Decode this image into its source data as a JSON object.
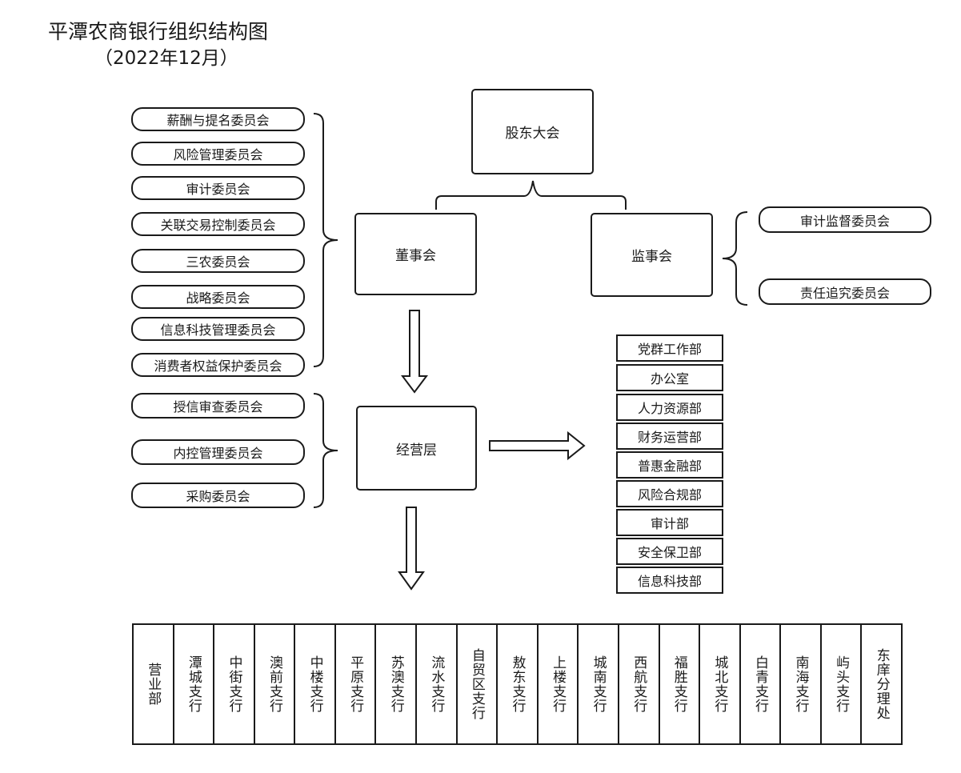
{
  "header": {
    "title": "平潭农商银行组织结构图",
    "subtitle": "（2022年12月）"
  },
  "nodes": {
    "shareholders": "股东大会",
    "board": "董事会",
    "supervisors": "监事会",
    "management": "经营层"
  },
  "board_committees": [
    "薪酬与提名委员会",
    "风险管理委员会",
    "审计委员会",
    "关联交易控制委员会",
    "三农委员会",
    "战略委员会",
    "信息科技管理委员会",
    "消费者权益保护委员会"
  ],
  "management_committees": [
    "授信审查委员会",
    "内控管理委员会",
    "采购委员会"
  ],
  "supervisor_committees": [
    "审计监督委员会",
    "责任追究委员会"
  ],
  "departments": [
    "党群工作部",
    "办公室",
    "人力资源部",
    "财务运营部",
    "普惠金融部",
    "风险合规部",
    "审计部",
    "安全保卫部",
    "信息科技部"
  ],
  "branches": [
    "营业部",
    "潭城支行",
    "中街支行",
    "澳前支行",
    "中楼支行",
    "平原支行",
    "苏澳支行",
    "流水支行",
    "自贸区支行",
    "敖东支行",
    "上楼支行",
    "城南支行",
    "西航支行",
    "福胜支行",
    "城北支行",
    "白青支行",
    "南海支行",
    "屿头支行",
    "东庠分理处"
  ],
  "colors": {
    "stroke": "#1a1a1a",
    "background": "#ffffff"
  }
}
